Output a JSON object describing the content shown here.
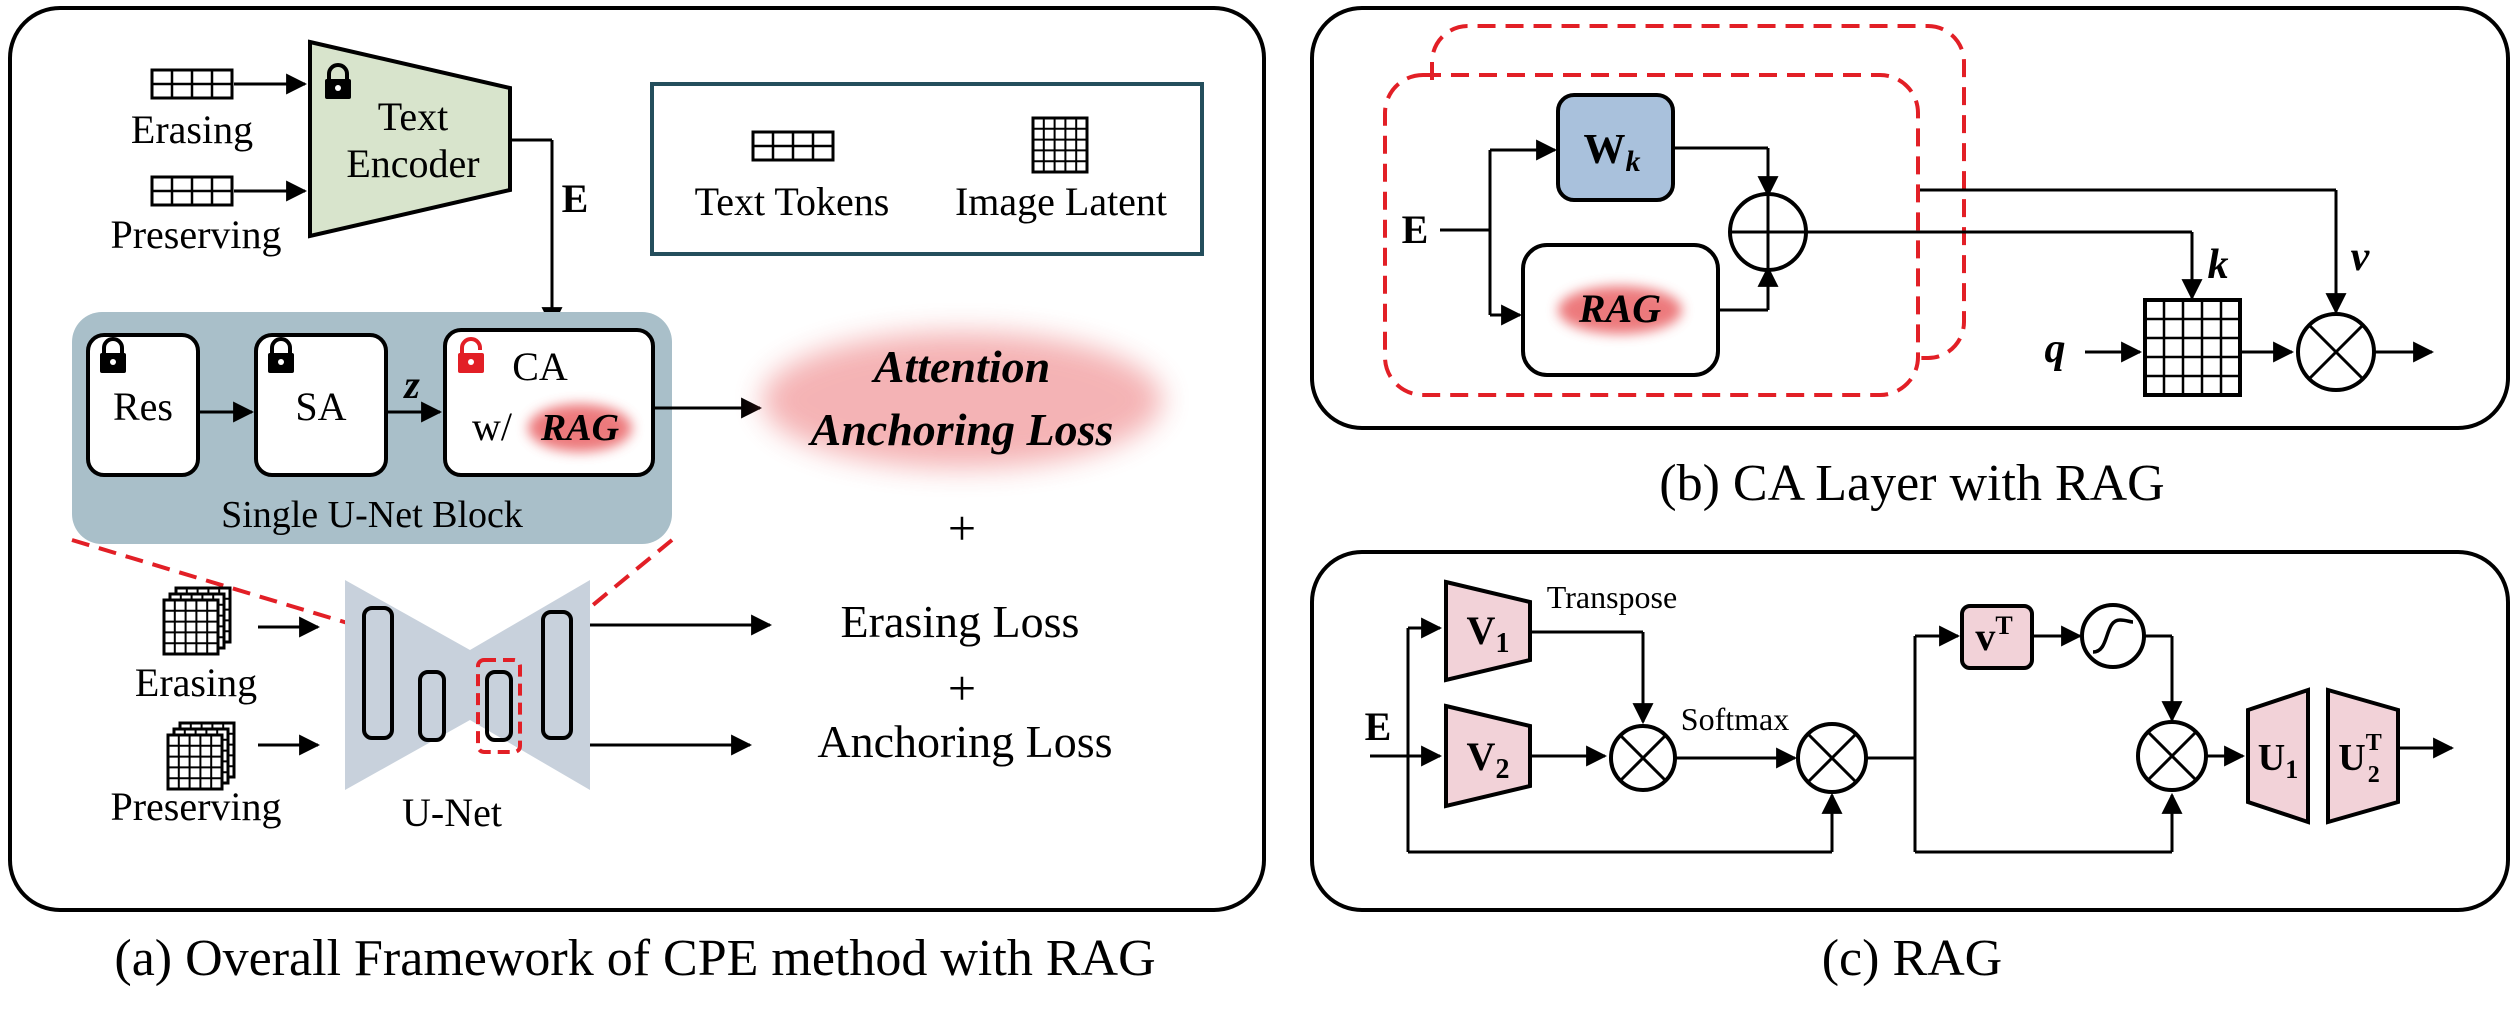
{
  "panel_a": {
    "caption": "(a) Overall Framework of CPE method with RAG",
    "text_encoder": {
      "line1": "Text",
      "line2": "Encoder"
    },
    "inputs_top": {
      "erasing": "Erasing",
      "preserving": "Preserving"
    },
    "embedding_label": "E",
    "legend": {
      "text_tokens": "Text Tokens",
      "image_latent": "Image Latent"
    },
    "unet_block": {
      "title": "Single U-Net Block",
      "res": "Res",
      "sa": "SA",
      "z_label": "z",
      "ca": "CA",
      "ca_with": "w/",
      "rag": "RAG"
    },
    "attention_loss": {
      "line1": "Attention",
      "line2": "Anchoring Loss"
    },
    "plus": "+",
    "erasing_loss": "Erasing Loss",
    "anchoring_loss": "Anchoring Loss",
    "unet_label": "U-Net",
    "inputs_bottom": {
      "erasing": "Erasing",
      "preserving": "Preserving"
    }
  },
  "panel_b": {
    "caption": "(b) CA Layer with RAG",
    "e": "E",
    "w": "W",
    "w_sub": "k",
    "rag": "RAG",
    "k": "k",
    "q": "q",
    "v": "v"
  },
  "panel_c": {
    "caption": "(c) RAG",
    "e": "E",
    "v1": "V",
    "v1_sub": "1",
    "v2": "V",
    "v2_sub": "2",
    "transpose": "Transpose",
    "softmax": "Softmax",
    "vt": "v",
    "vt_sup": "T",
    "u1": "U",
    "u1_sub": "1",
    "u2": "U",
    "u2_sub": "2",
    "u2_sup": "T"
  },
  "colors": {
    "encoder_fill": "#d8e4cc",
    "block_bg": "#a9bfc9",
    "rag_red": "#e8595b",
    "dashed_red": "#e21f26",
    "wk_fill": "#a9c1dc",
    "pink_fill": "#f2d2d8",
    "unet_fill": "#c8d1dc",
    "legend_border": "#244e5c"
  }
}
